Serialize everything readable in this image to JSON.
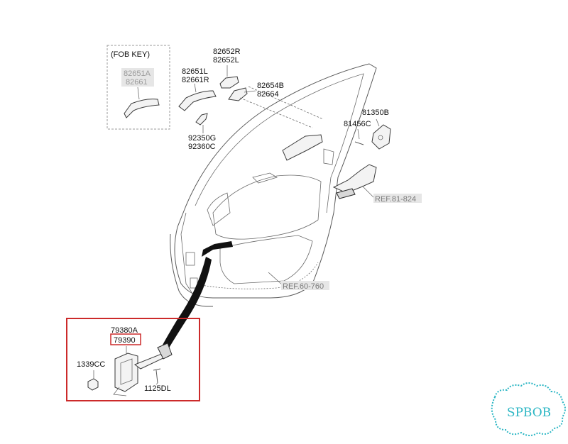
{
  "fob_box": {
    "title": "(FOB KEY)",
    "parts": [
      "82651A",
      "82661"
    ]
  },
  "labels": {
    "p82652R": "82652R",
    "p82652L": "82652L",
    "p82651L": "82651L",
    "p82661R": "82661R",
    "p82654B": "82654B",
    "p82664": "82664",
    "p92350G": "92350G",
    "p92360C": "92360C",
    "p81350B": "81350B",
    "p81456C": "81456C",
    "ref81": "REF.81-824",
    "ref60": "REF.60-760"
  },
  "detail": {
    "p79380A": "79380A",
    "p79390": "79390",
    "p1339CC": "1339CC",
    "p1125DL": "1125DL",
    "highlight_color": "#cc2a2a"
  },
  "watermark": {
    "text": "SPBOB",
    "color": "#2bb6c4"
  }
}
